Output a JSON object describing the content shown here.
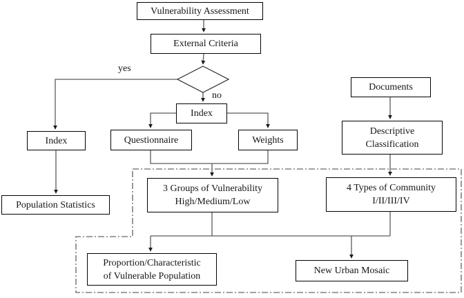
{
  "diagram": {
    "title": "Vulnerability assessment flowchart",
    "colors": {
      "background": "#ffffff",
      "box_border": "#000000",
      "connector": "#5a5a5a",
      "arrowhead": "#1a1a1a",
      "dashed_region": "#808080",
      "text": "#161616"
    },
    "nodes": {
      "vulnerability_assessment": {
        "label": "Vulnerability Assessment"
      },
      "external_criteria": {
        "label": "External Criteria"
      },
      "decision": {
        "label": "",
        "yes_label": "yes",
        "no_label": "no"
      },
      "index_main": {
        "label": "Index"
      },
      "questionnaire": {
        "label": "Questionnaire"
      },
      "weights": {
        "label": "Weights"
      },
      "index_left": {
        "label": "Index"
      },
      "population_statistics": {
        "label": "Population Statistics"
      },
      "documents": {
        "label": "Documents"
      },
      "descriptive_classification": {
        "line1": "Descriptive",
        "line2": "Classification"
      },
      "three_groups": {
        "line1": "3 Groups of Vulnerability",
        "line2": "High/Medium/Low"
      },
      "four_types": {
        "line1": "4 Types of Community",
        "line2": "I/II/III/IV"
      },
      "proportion": {
        "line1": "Proportion/Characteristic",
        "line2": "of Vulnerable Population"
      },
      "new_urban_mosaic": {
        "label": "New Urban Mosaic"
      }
    }
  }
}
